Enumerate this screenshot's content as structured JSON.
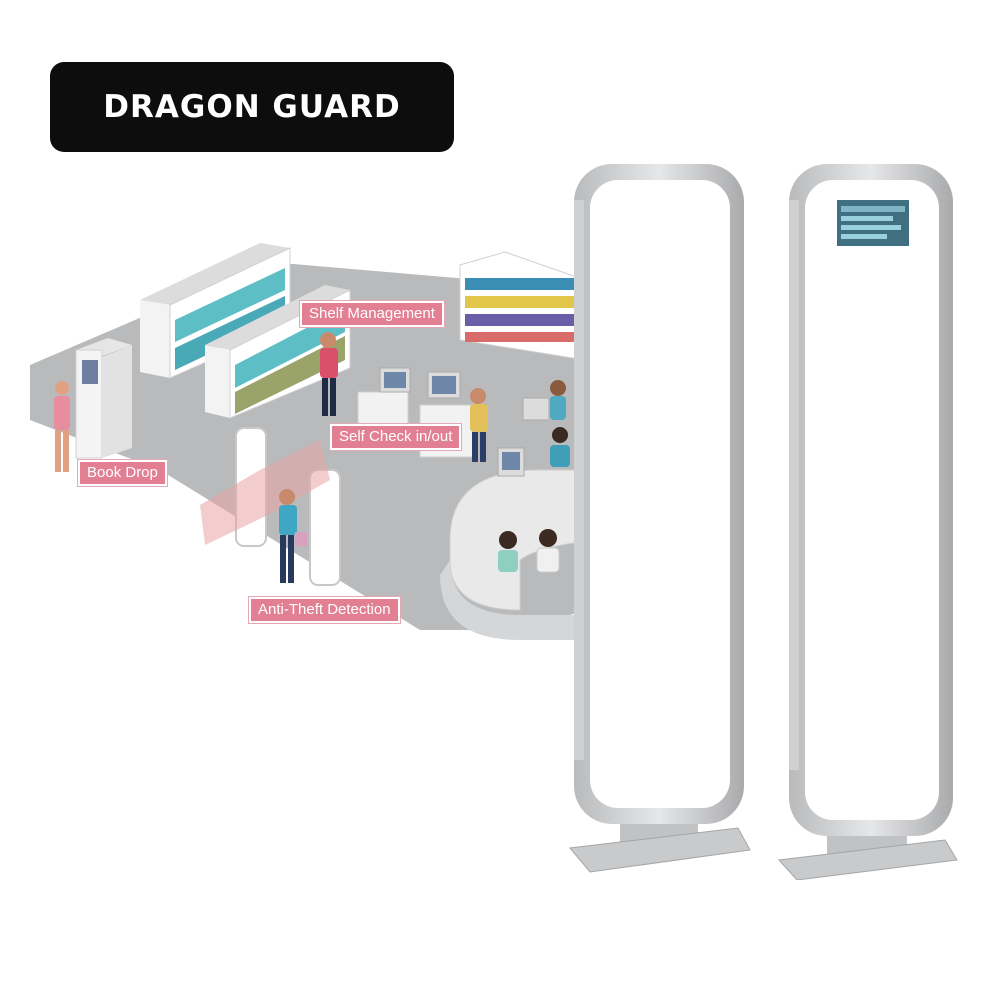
{
  "brand": {
    "name": "DRAGON GUARD"
  },
  "labels": {
    "shelf_management": "Shelf Management",
    "self_check": "Self Check in/out",
    "book_drop": "Book Drop",
    "anti_theft": "Anti-Theft Detection"
  },
  "colors": {
    "label_bg": "#e37f93",
    "floor": "#b9babb",
    "gate_frame": "#c9cacc",
    "brand_bg": "#0d0d0d"
  }
}
